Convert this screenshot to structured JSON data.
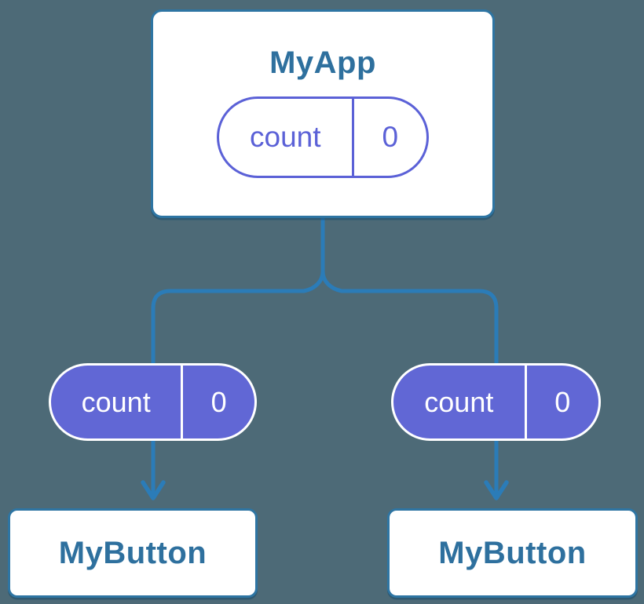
{
  "diagram": {
    "description": "React component tree passing state down as props",
    "root": {
      "title": "MyApp",
      "state_name": "count",
      "state_value": "0"
    },
    "children": [
      {
        "title": "MyButton",
        "prop_name": "count",
        "prop_value": "0"
      },
      {
        "title": "MyButton",
        "prop_name": "count",
        "prop_value": "0"
      }
    ],
    "colors": {
      "background": "#4d6a77",
      "connector": "#2b7cb8",
      "card_border": "#2e75a3",
      "title_text": "#2e709e",
      "state_pill_outline": "#5b61d7",
      "prop_pill_fill": "#6167d5",
      "prop_pill_text": "#ffffff"
    }
  }
}
